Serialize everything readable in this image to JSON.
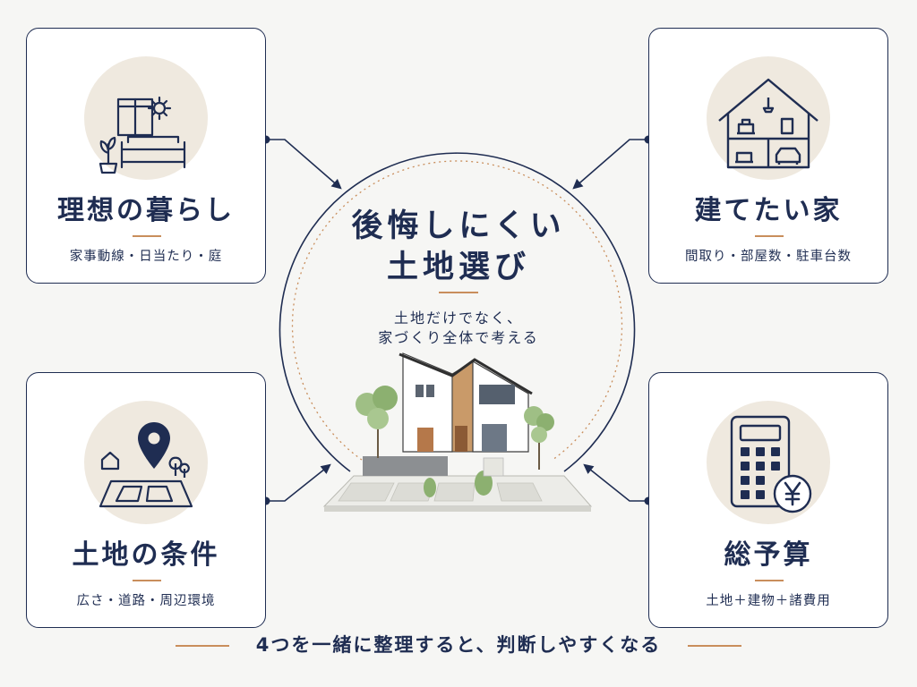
{
  "center": {
    "title_line1": "後悔しにくい",
    "title_line2": "土地選び",
    "subtitle_line1": "土地だけでなく、",
    "subtitle_line2": "家づくり全体で考える"
  },
  "cards": {
    "lifestyle": {
      "title": "理想の暮らし",
      "subtitle": "家事動線・日当たり・庭",
      "icon": "living-room-icon"
    },
    "house": {
      "title": "建てたい家",
      "subtitle": "間取り・部屋数・駐車台数",
      "icon": "house-cross-section-icon"
    },
    "land": {
      "title": "土地の条件",
      "subtitle": "広さ・道路・周辺環境",
      "icon": "map-pin-icon"
    },
    "budget": {
      "title": "総予算",
      "subtitle": "土地＋建物＋諸費用",
      "icon": "calculator-yen-icon"
    }
  },
  "footer": {
    "text": "4つを一緒に整理すると、判断しやすくなる"
  },
  "colors": {
    "navy": "#1f2d52",
    "accent": "#c98e5c",
    "icon_bg": "#efe9df",
    "background": "#f6f6f4"
  }
}
